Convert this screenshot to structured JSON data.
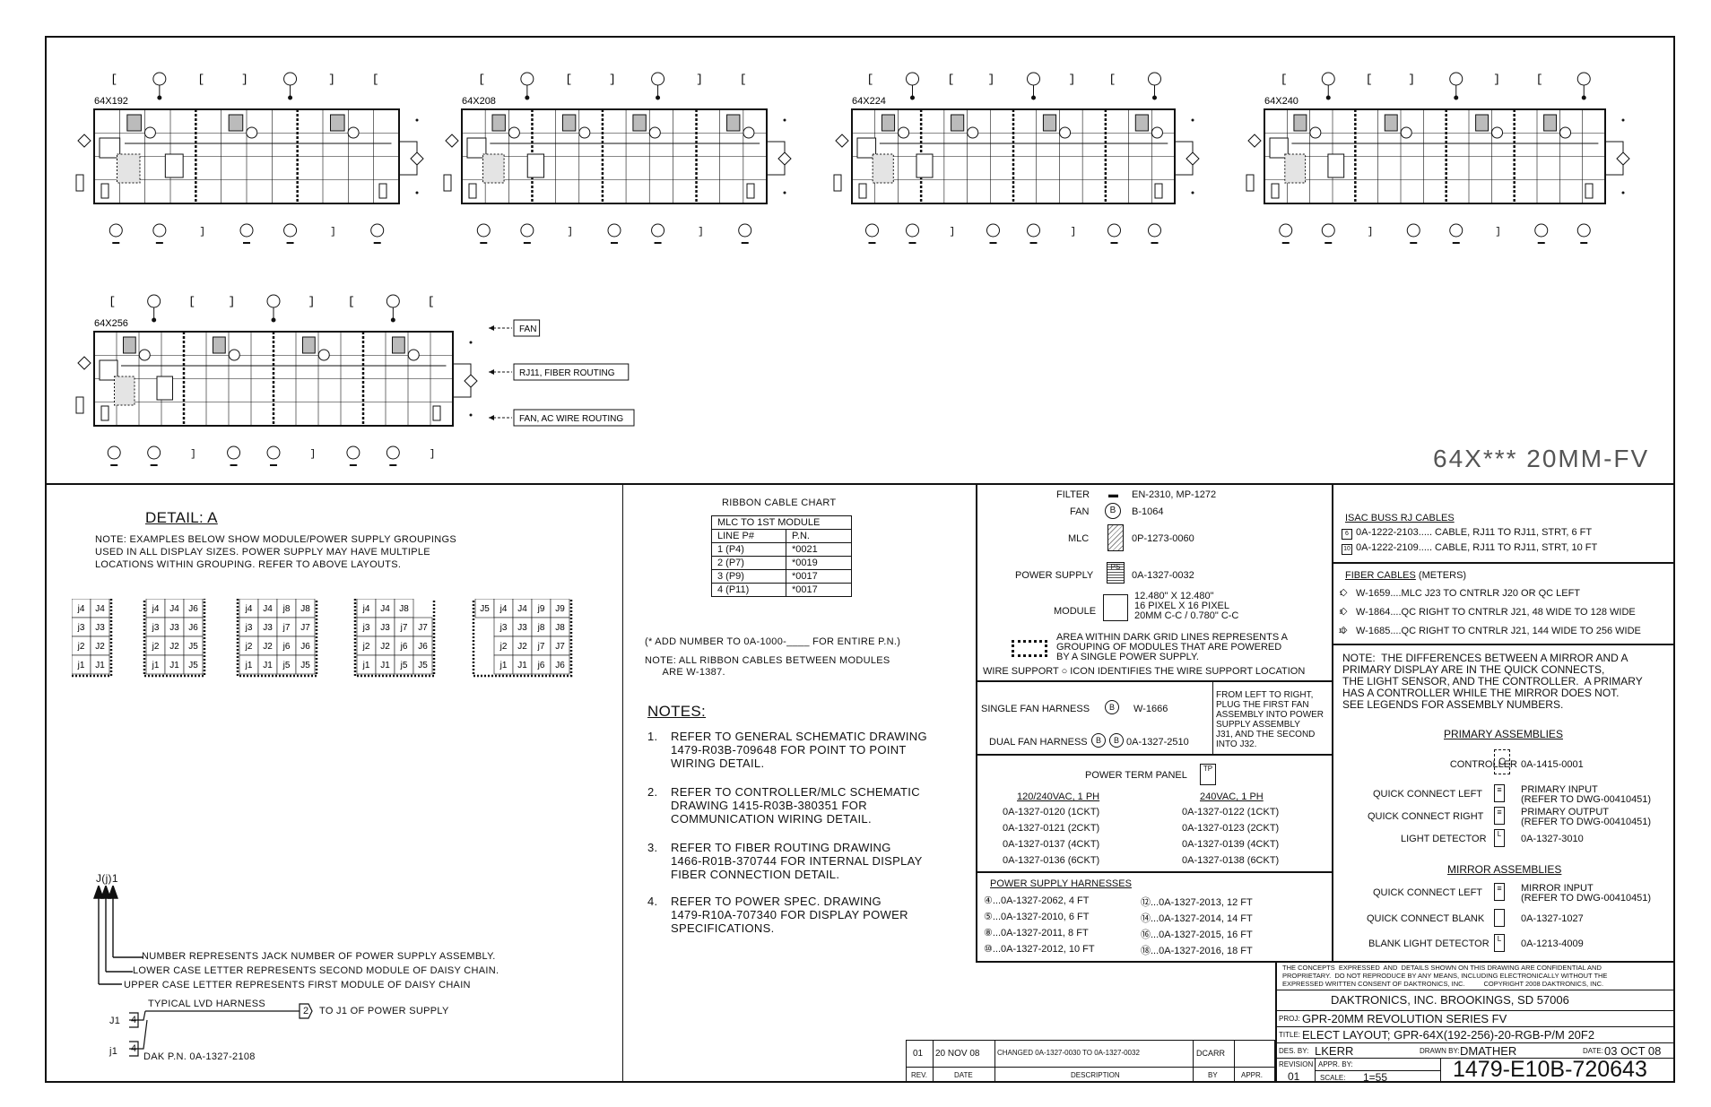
{
  "layouts": [
    {
      "label": "64X192"
    },
    {
      "label": "64X208"
    },
    {
      "label": "64X224"
    },
    {
      "label": "64X240"
    },
    {
      "label": "64X256"
    }
  ],
  "layout_callouts": {
    "fan": "FAN",
    "rj11": "RJ11, FIBER ROUTING",
    "fan_ac": "FAN, AC WIRE ROUTING"
  },
  "big_title": "64X*** 20MM-FV",
  "detail": {
    "title": "DETAIL: A",
    "note": "NOTE: EXAMPLES BELOW SHOW MODULE/POWER SUPPLY GROUPINGS\nUSED IN ALL DISPLAY SIZES. POWER SUPPLY MAY HAVE MULTIPLE\nLOCATIONS WITHIN GROUPING. REFER TO ABOVE LAYOUTS.",
    "grids": [
      [
        [
          "j4",
          "J4"
        ],
        [
          "j3",
          "J3"
        ],
        [
          "j2",
          "J2"
        ],
        [
          "j1",
          "J1"
        ]
      ],
      [
        [
          "j4",
          "J4",
          "J6"
        ],
        [
          "j3",
          "J3",
          "J6"
        ],
        [
          "j2",
          "J2",
          "J5"
        ],
        [
          "j1",
          "J1",
          "J5"
        ]
      ],
      [
        [
          "j4",
          "J4",
          "j8",
          "J8"
        ],
        [
          "j3",
          "J3",
          "j7",
          "J7"
        ],
        [
          "j2",
          "J2",
          "j6",
          "J6"
        ],
        [
          "j1",
          "J1",
          "j5",
          "J5"
        ]
      ],
      [
        [
          "j4",
          "J4",
          "J8",
          ""
        ],
        [
          "j3",
          "J3",
          "j7",
          "J7"
        ],
        [
          "j2",
          "J2",
          "j6",
          "J6"
        ],
        [
          "j1",
          "J1",
          "j5",
          "J5"
        ]
      ],
      [
        [
          "J5",
          "j4",
          "J4",
          "j9",
          "J9"
        ],
        [
          "",
          "j3",
          "J3",
          "j8",
          "J8"
        ],
        [
          "",
          "j2",
          "J2",
          "j7",
          "J7"
        ],
        [
          "",
          "j1",
          "J1",
          "j6",
          "J6"
        ]
      ]
    ],
    "jlabel": "J(j)1",
    "arrow_notes": [
      "NUMBER REPRESENTS JACK NUMBER OF POWER SUPPLY ASSEMBLY.",
      "LOWER CASE LETTER REPRESENTS SECOND MODULE OF DAISY CHAIN.",
      "UPPER CASE LETTER REPRESENTS FIRST MODULE OF DAISY CHAIN"
    ],
    "harness_title": "TYPICAL LVD HARNESS",
    "harness_to": "TO J1 OF POWER SUPPLY",
    "harness_j1": "J1",
    "harness_j1b": "j1",
    "harness_4a": "4",
    "harness_4b": "4",
    "harness_2": "2",
    "harness_pn": "DAK P.N. 0A-1327-2108"
  },
  "ribbon": {
    "title": "RIBBON CABLE CHART",
    "subtitle": "MLC TO 1ST MODULE",
    "headers": [
      "LINE P#",
      "P.N."
    ],
    "rows": [
      [
        "1 (P4)",
        "*0021"
      ],
      [
        "2 (P7)",
        "*0019"
      ],
      [
        "3 (P9)",
        "*0017"
      ],
      [
        "4 (P11)",
        "*0017"
      ]
    ],
    "add_note": "(* ADD NUMBER TO 0A-1000-____ FOR ENTIRE P.N.)",
    "note": "NOTE: ALL RIBBON CABLES BETWEEN MODULES\n      ARE W-1387."
  },
  "notes": {
    "title": "NOTES:",
    "items": [
      {
        "num": "1.",
        "text": "REFER TO GENERAL SCHEMATIC DRAWING\n1479-R03B-709648 FOR POINT TO POINT\nWIRING DETAIL."
      },
      {
        "num": "2.",
        "text": "REFER TO CONTROLLER/MLC SCHEMATIC\nDRAWING 1415-R03B-380351 FOR\nCOMMUNICATION WIRING DETAIL."
      },
      {
        "num": "3.",
        "text": "REFER TO FIBER ROUTING DRAWING\n1466-R01B-370744 FOR INTERNAL DISPLAY\nFIBER CONNECTION DETAIL."
      },
      {
        "num": "4.",
        "text": "REFER TO POWER SPEC. DRAWING\n1479-R10A-707340 FOR DISPLAY POWER\nSPECIFICATIONS."
      }
    ]
  },
  "legend": {
    "filter_label": "FILTER",
    "filter_val": "EN-2310, MP-1272",
    "fan_label": "FAN",
    "fan_val": "B-1064",
    "fan_sym": "B",
    "mlc_label": "MLC",
    "mlc_val": "0P-1273-0060",
    "ps_label": "POWER SUPPLY",
    "ps_val": "0A-1327-0032",
    "ps_sym": "PS",
    "module_label": "MODULE",
    "module_val": "12.480\" X 12.480\"\n16 PIXEL X 16 PIXEL\n20MM C-C / 0.780\" C-C",
    "area_text": "AREA WITHIN DARK GRID LINES REPRESENTS A\nGROUPING OF MODULES THAT ARE POWERED\nBY A SINGLE POWER SUPPLY.",
    "wire_support": "WIRE SUPPORT  ○  ICON IDENTIFIES THE WIRE SUPPORT LOCATION",
    "single_fan": "SINGLE FAN HARNESS",
    "single_fan_val": "W-1666",
    "dual_fan": "DUAL FAN HARNESS",
    "dual_fan_val": "0A-1327-2510",
    "fan_note": "FROM LEFT TO RIGHT,\nPLUG THE FIRST FAN\nASSEMBLY INTO POWER\nSUPPLY ASSEMBLY\nJ31, AND THE SECOND\nINTO J32.",
    "power_term": "POWER TERM PANEL",
    "power_term_sym": "TP",
    "col1_head": "120/240VAC, 1 PH",
    "col2_head": "240VAC, 1 PH",
    "col1": [
      "0A-1327-0120 (1CKT)",
      "0A-1327-0121 (2CKT)",
      "0A-1327-0137 (4CKT)",
      "0A-1327-0136 (6CKT)"
    ],
    "col2": [
      "0A-1327-0122 (1CKT)",
      "0A-1327-0123 (2CKT)",
      "0A-1327-0139 (4CKT)",
      "0A-1327-0138 (6CKT)"
    ],
    "psh_title": "POWER SUPPLY HARNESSES",
    "psh_left": [
      "④...0A-1327-2062, 4 FT",
      "⑤...0A-1327-2010, 6 FT",
      "⑧...0A-1327-2011, 8 FT",
      "⑩...0A-1327-2012, 10 FT"
    ],
    "psh_right": [
      "⑫...0A-1327-2013, 12 FT",
      "⑭...0A-1327-2014, 14 FT",
      "⑯...0A-1327-2015, 16 FT",
      "⑱...0A-1327-2016, 18 FT"
    ]
  },
  "right": {
    "isac_title": "ISAC BUSS RJ CABLES",
    "isac": [
      {
        "sym": "6",
        "text": "0A-1222-2103..... CABLE, RJ11 TO RJ11, STRT, 6 FT"
      },
      {
        "sym": "10",
        "text": "0A-1222-2109..... CABLE, RJ11 TO RJ11, STRT, 10 FT"
      }
    ],
    "fiber_title": "FIBER CABLES",
    "fiber_unit": "(METERS)",
    "fiber": [
      {
        "sym": "1",
        "text": "W-1659....MLC J23 TO CNTRLR J20 OR QC LEFT"
      },
      {
        "sym": "3",
        "text": "W-1864....QC RIGHT TO CNTRLR J21, 48 WIDE TO 128 WIDE"
      },
      {
        "sym": "10",
        "text": "W-1685....QC RIGHT TO CNTRLR J21, 144 WIDE TO 256 WIDE"
      }
    ],
    "note": "NOTE:  THE DIFFERENCES BETWEEN A MIRROR AND A\nPRIMARY DISPLAY ARE IN THE QUICK CONNECTS,\nTHE LIGHT SENSOR, AND THE CONTROLLER.  A PRIMARY\nHAS A CONTROLLER WHILE THE MIRROR DOES NOT.\nSEE LEGENDS FOR ASSEMBLY NUMBERS.",
    "primary_title": "PRIMARY ASSEMBLIES",
    "primary": [
      {
        "label": "CONTROLLER",
        "sym": "C",
        "val": "0A-1415-0001"
      },
      {
        "label": "QUICK CONNECT LEFT",
        "sym": "≡",
        "val": "PRIMARY INPUT\n(REFER TO DWG-00410451)"
      },
      {
        "label": "QUICK CONNECT RIGHT",
        "sym": "≡",
        "val": "PRIMARY OUTPUT\n(REFER TO DWG-00410451)"
      },
      {
        "label": "LIGHT DETECTOR",
        "sym": "L",
        "val": "0A-1327-3010"
      }
    ],
    "mirror_title": "MIRROR ASSEMBLIES",
    "mirror": [
      {
        "label": "QUICK CONNECT LEFT",
        "sym": "≡",
        "val": "MIRROR INPUT\n(REFER TO DWG-00410451)"
      },
      {
        "label": "QUICK CONNECT BLANK",
        "sym": "",
        "val": "0A-1327-1027"
      },
      {
        "label": "BLANK LIGHT DETECTOR",
        "sym": "L",
        "val": "0A-1213-4009"
      }
    ]
  },
  "title_block": {
    "confidential": "THE CONCEPTS  EXPRESSED  AND  DETAILS SHOWN ON THIS DRAWING ARE CONFIDENTIAL AND\nPROPRIETARY.  DO NOT REPRODUCE BY ANY MEANS, INCLUDING ELECTRONICALLY WITHOUT THE\nEXPRESSED WRITTEN CONSENT OF DAKTRONICS, INC.          COPYRIGHT 2008 DAKTRONICS, INC.",
    "company": "DAKTRONICS, INC.   BROOKINGS, SD 57006",
    "proj_label": "PROJ:",
    "proj": "GPR-20MM REVOLUTION SERIES FV",
    "title_label": "TITLE:",
    "title": "ELECT LAYOUT; GPR-64X(192-256)-20-RGB-P/M 20F2",
    "des_label": "DES. BY:",
    "des": "LKERR",
    "drawn_label": "DRAWN BY:",
    "drawn": "DMATHER",
    "date_label": "DATE:",
    "date": "03 OCT 08",
    "revision_label": "REVISION",
    "revision": "01",
    "appr_label": "APPR. BY:",
    "scale_label": "SCALE:",
    "scale": "1=55",
    "dwg": "1479-E10B-720643",
    "rev_row": {
      "rev": "01",
      "date": "20 NOV 08",
      "desc": "CHANGED 0A-1327-0030 TO 0A-1327-0032",
      "by": "DCARR",
      "appr": ""
    },
    "rev_head": {
      "rev": "REV.",
      "date": "DATE",
      "desc": "DESCRIPTION",
      "by": "BY",
      "appr": "APPR."
    }
  }
}
